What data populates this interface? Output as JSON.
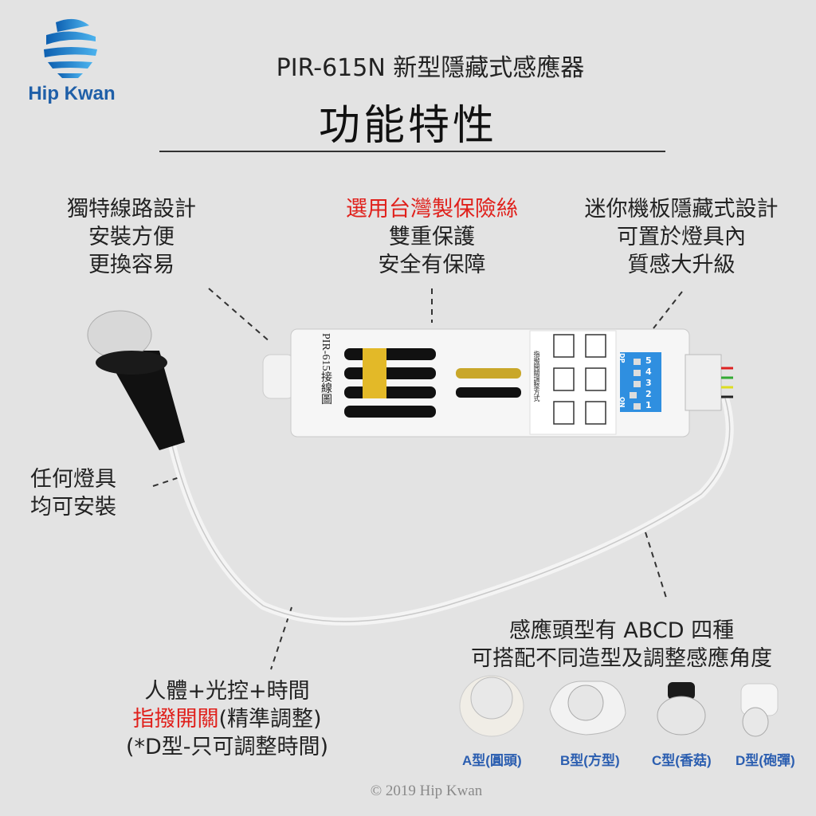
{
  "brand": {
    "name": "Hip Kwan",
    "color": "#1f5fa8"
  },
  "header": {
    "title": "PIR-615N 新型隱藏式感應器",
    "subtitle": "功能特性"
  },
  "features": {
    "left": [
      "獨特線路設計",
      "安裝方便",
      "更換容易"
    ],
    "center": [
      "選用台灣製保險絲",
      "雙重保護",
      "安全有保障"
    ],
    "right": [
      "迷你機板隱藏式設計",
      "可置於燈具內",
      "質感大升級"
    ],
    "fixture": [
      "任何燈具",
      "均可安裝"
    ],
    "heads": [
      "感應頭型有 ABCD 四種",
      "可搭配不同造型及調整感應角度"
    ],
    "switch": {
      "line1": "人體+光控+時間",
      "line2_red": "指撥開關",
      "line2_rest": "(精準調整)",
      "line3": "(*D型-只可調整時間)"
    }
  },
  "device": {
    "label": "PIR-615接線圖",
    "dip_title": "指撥開關調整方式",
    "dip_numbers": [
      "1",
      "2",
      "3",
      "4",
      "5"
    ],
    "on": "ON",
    "dp": "DP"
  },
  "sensor_types": [
    "A型(圓頭)",
    "B型(方型)",
    "C型(香菇)",
    "D型(砲彈)"
  ],
  "colors": {
    "accent_red": "#e0201b",
    "label_blue": "#2b5eb0",
    "dip_blue": "#2f8fe0"
  },
  "copyright": "© 2019 Hip Kwan"
}
